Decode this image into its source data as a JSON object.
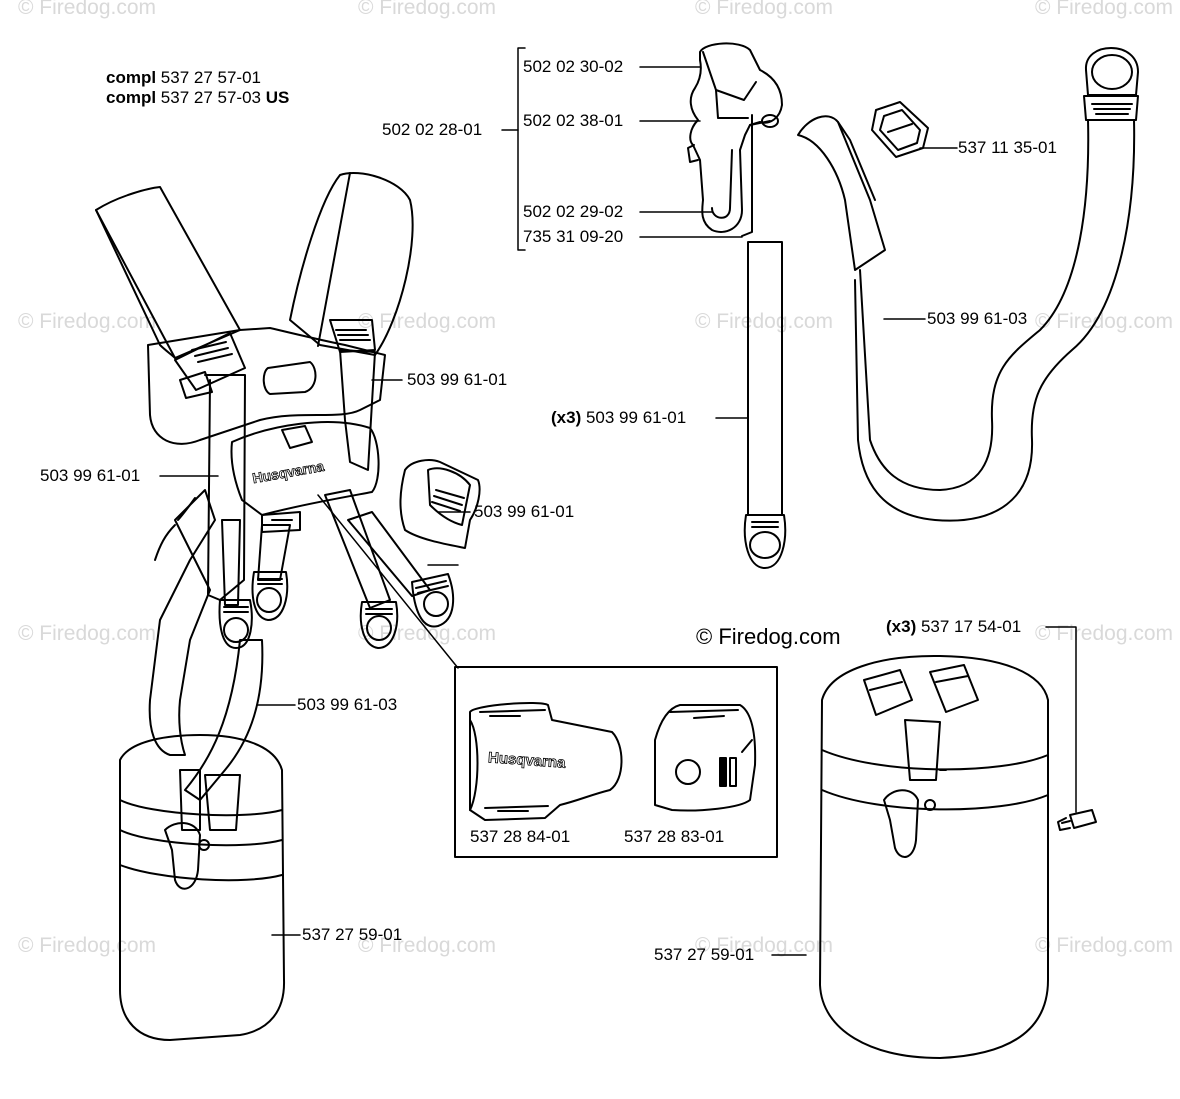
{
  "header": {
    "line1_prefix": "compl",
    "line1_part": "537 27 57-01",
    "line2_prefix": "compl",
    "line2_part": "537 27 57-03",
    "line2_suffix": "US"
  },
  "watermark": {
    "text": "© Firedog.com",
    "main_text": "© Firedog.com"
  },
  "inset": {
    "brand": "Husqvarna",
    "part_left": "537 28 84-01",
    "part_right": "537 28 83-01"
  },
  "harness_brand": "Husqvarna",
  "callouts": {
    "group_502_02_28": "502 02 28-01",
    "p502_02_30": "502 02 30-02",
    "p502_02_38": "502 02 38-01",
    "p502_02_29": "502 02 29-02",
    "p735_31_09": "735 31 09-20",
    "p537_11_35": "537 11 35-01",
    "p503_99_61_03_top": "503 99 61-03",
    "p503_99_61_01_a": "503 99 61-01",
    "p503_99_61_01_b": "503 99 61-01",
    "p503_99_61_01_c": "503 99 61-01",
    "x3_prefix_a": "(x3)",
    "p503_99_61_01_x3": "503 99 61-01",
    "p503_99_61_03_mid": "503 99 61-03",
    "p537_27_59_left": "537 27 59-01",
    "p537_27_59_right": "537 27 59-01",
    "x3_prefix_b": "(x3)",
    "p537_17_54": "537 17 54-01"
  }
}
